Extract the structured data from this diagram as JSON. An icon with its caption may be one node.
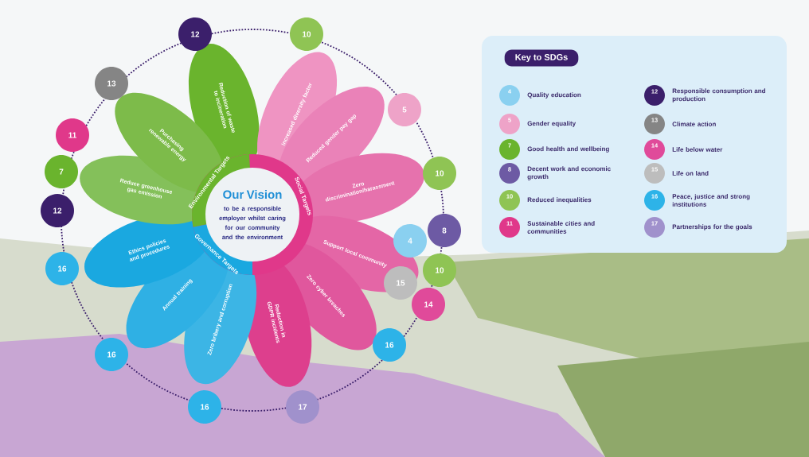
{
  "diagram": {
    "nodes": [
      {
        "text": [
          "Our Vision",
          "to be a responsible employer whilst caring for our community and the environment"
        ]
      },
      {
        "text": [
          "Reduction of waste to incineration"
        ]
      },
      {
        "text": [
          "Increased diversity factor"
        ]
      },
      {
        "text": [
          "Reduced gender pay gap"
        ]
      },
      {
        "text": [
          "Zero discrimination/harassment"
        ]
      },
      {
        "text": [
          "Support local community"
        ]
      },
      {
        "text": [
          "Zero cyber breaches"
        ]
      },
      {
        "text": [
          "Reduction in GDPR incidents"
        ]
      },
      {
        "text": [
          "Zero bribery and corruption"
        ]
      },
      {
        "text": [
          "Annual training"
        ]
      },
      {
        "text": [
          "Ethics policies and procedures"
        ]
      },
      {
        "text": [
          "Reduce greenhouse gas emission"
        ]
      },
      {
        "text": [
          "Purchasing renewable energy"
        ]
      },
      {
        "text": [
          "12"
        ]
      },
      {
        "text": [
          "10"
        ]
      },
      {
        "text": [
          "13"
        ]
      },
      {
        "text": [
          "5"
        ]
      },
      {
        "text": [
          "11"
        ]
      },
      {
        "text": [
          "7"
        ]
      },
      {
        "text": [
          "12"
        ]
      },
      {
        "text": [
          "10"
        ]
      },
      {
        "text": [
          "8"
        ]
      },
      {
        "text": [
          "4"
        ]
      },
      {
        "text": [
          "16"
        ]
      },
      {
        "text": [
          "10"
        ]
      },
      {
        "text": [
          "15"
        ]
      },
      {
        "text": [
          "14"
        ]
      },
      {
        "text": [
          "16"
        ]
      },
      {
        "text": [
          "16"
        ]
      },
      {
        "text": [
          "16"
        ]
      },
      {
        "text": [
          "17"
        ]
      },
      {
        "text": [
          "Key to SDGs"
        ]
      }
    ],
    "labels": [
      "Environmental Targets",
      "Social Targets",
      "Governance Targets",
      "4",
      "5",
      "7",
      "8",
      "10",
      "11",
      "12",
      "13",
      "14",
      "15",
      "16",
      "17"
    ],
    "legend": [
      {
        "text": "Quality education",
        "color": "#8ad0f0"
      },
      {
        "text": "Gender equality",
        "color": "#eea3c8"
      },
      {
        "text": "Good health and wellbeing",
        "color": "#6ab42d"
      },
      {
        "text": "Decent work and economic growth",
        "color": "#6d5aa4"
      },
      {
        "text": "Reduced inequalities",
        "color": "#8fc454"
      },
      {
        "text": "Sustainable cities and communities",
        "color": "#e0388a"
      },
      {
        "text": "Responsible consumption and production",
        "color": "#3b1f6b"
      },
      {
        "text": "Climate action",
        "color": "#858585"
      },
      {
        "text": "Life below water",
        "color": "#e04a9a"
      },
      {
        "text": "Life on land",
        "color": "#bdbdbd"
      },
      {
        "text": "Peace, justice and strong institutions",
        "color": "#2db3e8"
      },
      {
        "text": "Partnerships for the goals",
        "color": "#a091cc"
      }
    ]
  }
}
